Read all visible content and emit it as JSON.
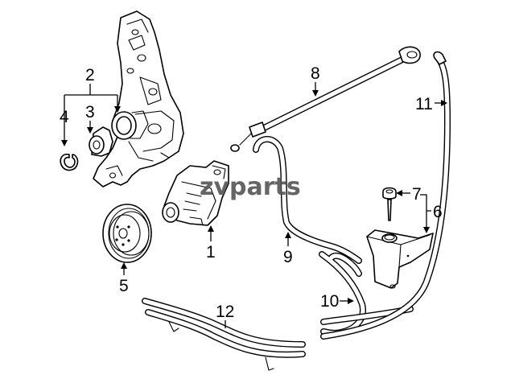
{
  "diagram": {
    "title": "Power steering pump, reservoir and hoses",
    "watermark": "zvparts",
    "callouts": [
      {
        "id": "1",
        "label": "1",
        "part": "power-steering-pump"
      },
      {
        "id": "2",
        "label": "2",
        "part": "mounting-bracket"
      },
      {
        "id": "3",
        "label": "3",
        "part": "bushing"
      },
      {
        "id": "4",
        "label": "4",
        "part": "snap-ring"
      },
      {
        "id": "5",
        "label": "5",
        "part": "pulley"
      },
      {
        "id": "6",
        "label": "6",
        "part": "reservoir"
      },
      {
        "id": "7",
        "label": "7",
        "part": "reservoir-cap"
      },
      {
        "id": "8",
        "label": "8",
        "part": "pressure-hose"
      },
      {
        "id": "9",
        "label": "9",
        "part": "supply-hose"
      },
      {
        "id": "10",
        "label": "10",
        "part": "return-hose"
      },
      {
        "id": "11",
        "label": "11",
        "part": "cooler-hose"
      },
      {
        "id": "12",
        "label": "12",
        "part": "cooler-line"
      }
    ]
  }
}
